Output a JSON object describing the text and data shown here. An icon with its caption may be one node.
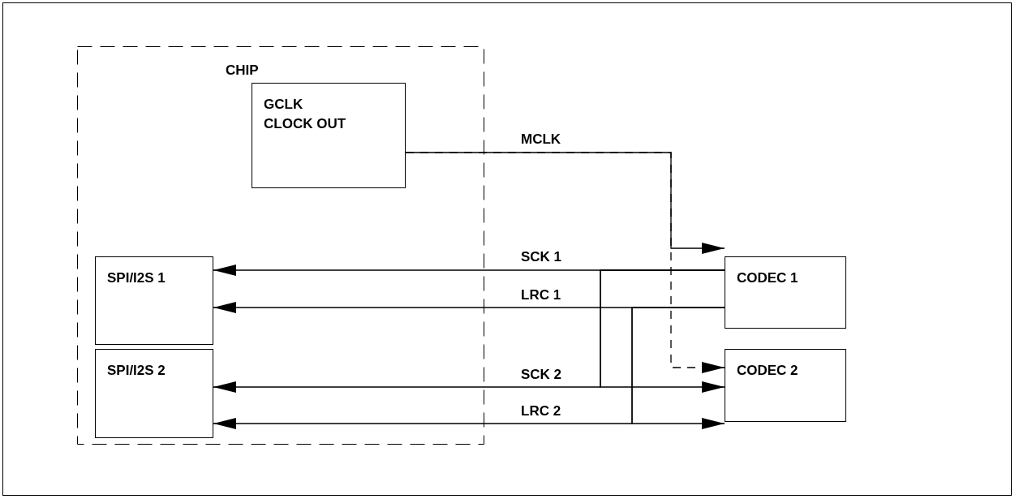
{
  "diagram": {
    "nodes": [
      {
        "text": [
          "CHIP"
        ]
      },
      {
        "text": [
          "GCLK CLOCK OUT"
        ],
        "in": 0
      },
      {
        "text": [
          "SPI/I2S 1"
        ],
        "in": 0
      },
      {
        "text": [
          "SPI/I2S 2"
        ],
        "in": 0
      },
      {
        "text": [
          "CODEC 1"
        ]
      },
      {
        "text": [
          "CODEC 2"
        ]
      }
    ],
    "edges": [
      {
        "from": 1,
        "to": 4,
        "arrow": "to",
        "label": "MCLK"
      },
      {
        "from": 1,
        "to": 5,
        "arrow": "to",
        "style": "dashed"
      },
      {
        "from": 4,
        "to": 2,
        "arrow": "to",
        "label": "SCK 1"
      },
      {
        "from": 4,
        "to": 2,
        "arrow": "to",
        "label": "LRC 1"
      },
      {
        "from": 4,
        "to": 3,
        "arrow": "to",
        "label": "SCK 2"
      },
      {
        "from": 4,
        "to": 5,
        "arrow": "to"
      },
      {
        "from": 4,
        "to": 3,
        "arrow": "to",
        "label": "LRC 2"
      },
      {
        "from": 4,
        "to": 5,
        "arrow": "to"
      }
    ]
  }
}
